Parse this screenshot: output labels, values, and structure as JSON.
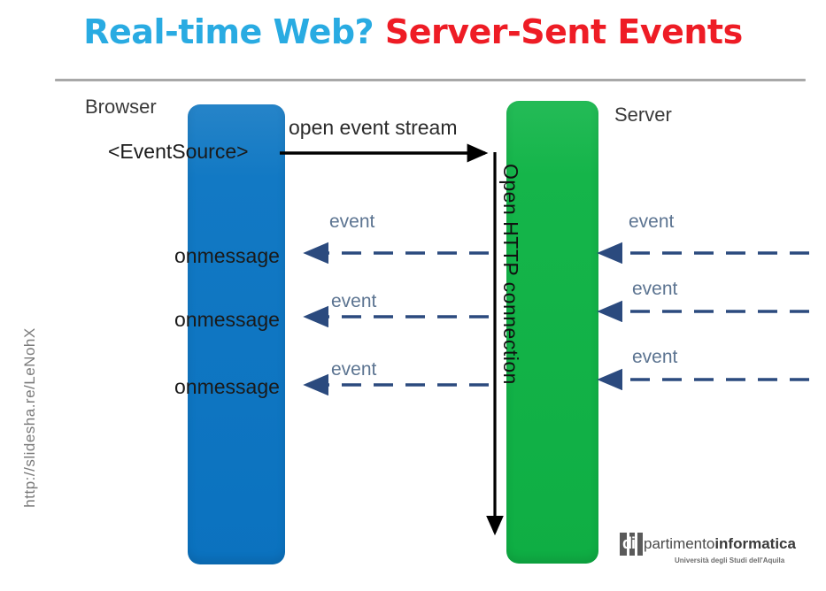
{
  "slide": {
    "title": {
      "part_a": "Real-time Web?",
      "part_b": "Server-Sent Events",
      "color_a": "#29ABE2",
      "color_b": "#EE1C25"
    },
    "side_url": "http://slidesha.re/LeNohX"
  },
  "diagram": {
    "browser": {
      "label": "Browser",
      "color": "#1279C4",
      "api_text": "<EventSource>",
      "handlers": [
        {
          "label": "onmessage"
        },
        {
          "label": "onmessage"
        },
        {
          "label": "onmessage"
        }
      ]
    },
    "server": {
      "label": "Server",
      "color": "#15B54A",
      "vertical_text": "Open HTTP connection"
    },
    "open_stream": {
      "label": "open event stream",
      "color": "#000000"
    },
    "events_inbound": [
      {
        "label": "event"
      },
      {
        "label": "event"
      },
      {
        "label": "event"
      }
    ],
    "events_outbound": [
      {
        "label": "event"
      },
      {
        "label": "event"
      },
      {
        "label": "event"
      }
    ],
    "event_color": "#2B4A7E",
    "event_label_color": "#5C7491"
  },
  "logo": {
    "mark": "di",
    "word_a": "partimento",
    "word_b": "informatica",
    "subtitle": "Università degli Studi dell'Aquila"
  }
}
